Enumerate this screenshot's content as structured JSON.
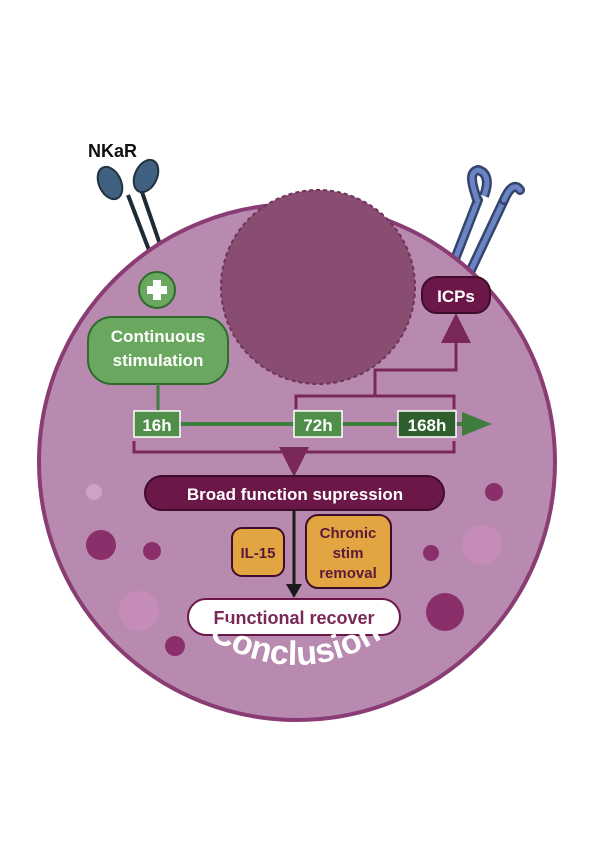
{
  "receptor_label": "NKaR",
  "stimulus": {
    "line1": "Continuous",
    "line2": "stimulation"
  },
  "timepoints": [
    "16h",
    "72h",
    "168h"
  ],
  "icps_label": "ICPs",
  "suppression_label": "Broad function supression",
  "il15_label": "IL-15",
  "chronic": {
    "line1": "Chronic",
    "line2": "stim",
    "line3": "removal"
  },
  "recovery_label": "Functional recover",
  "conclusion_label": "Conclusion",
  "colors": {
    "cell": "#b98ab0",
    "cell_border": "#8a3d74",
    "nucleus": "#8a4d72",
    "green_dark": "#3f7d3f",
    "green_light": "#6aa75f",
    "plum": "#6b1848",
    "orange": "#e3a442",
    "receptor_teal": "#3f6080",
    "receptor_blue": "#5878b8"
  }
}
